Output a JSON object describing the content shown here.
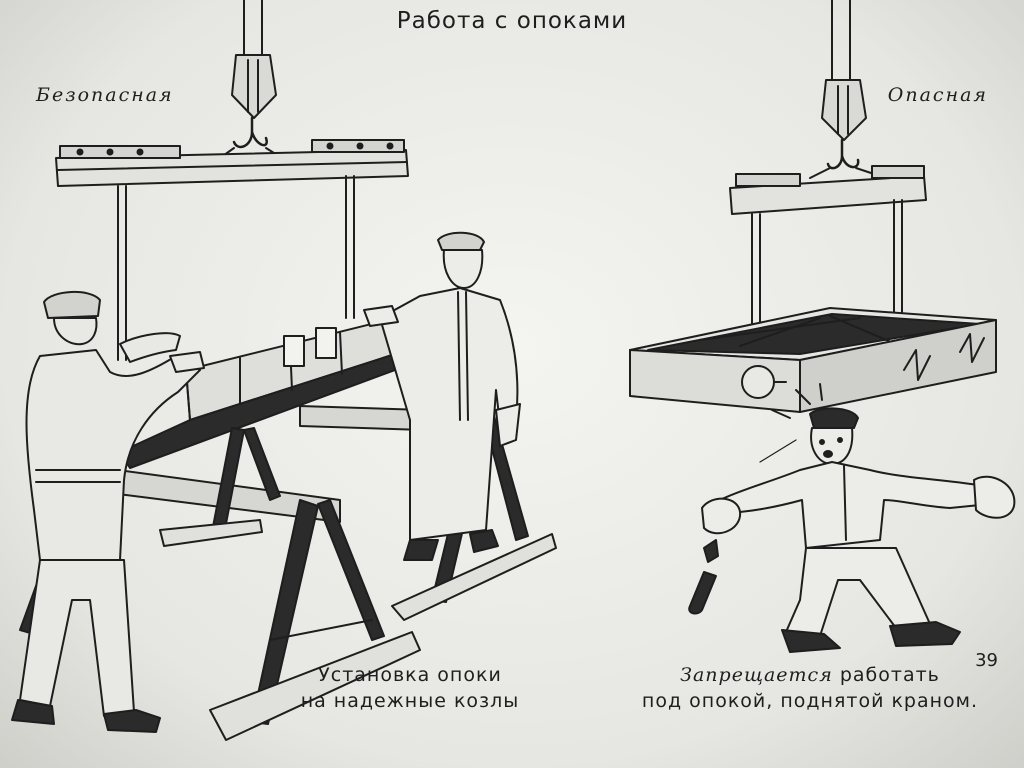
{
  "poster": {
    "title": "Работа с опоками",
    "safe_label": "Безопасная",
    "unsafe_label": "Опасная",
    "page_number": "39",
    "safe_caption_line1": "Установка опоки",
    "safe_caption_line2": "на надежные козлы",
    "unsafe_caption_emphasis": "Запрещается",
    "unsafe_caption_rest": "работать",
    "unsafe_caption_line2": "под опокой, поднятой краном."
  },
  "colors": {
    "ink": "#1e1e1e",
    "paper": "#f2f2ef"
  }
}
